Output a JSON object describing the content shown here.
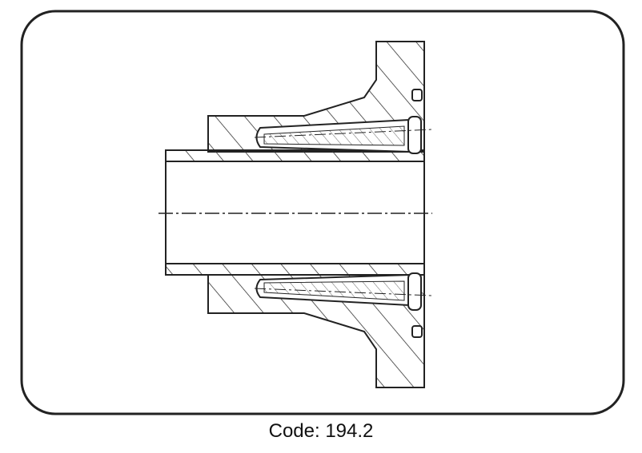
{
  "caption": "Code: 194.2",
  "colors": {
    "stroke": "#222222",
    "background": "#ffffff"
  },
  "drawing": {
    "view": "cross-section",
    "hatched": true,
    "centerline": "dash-dot"
  }
}
